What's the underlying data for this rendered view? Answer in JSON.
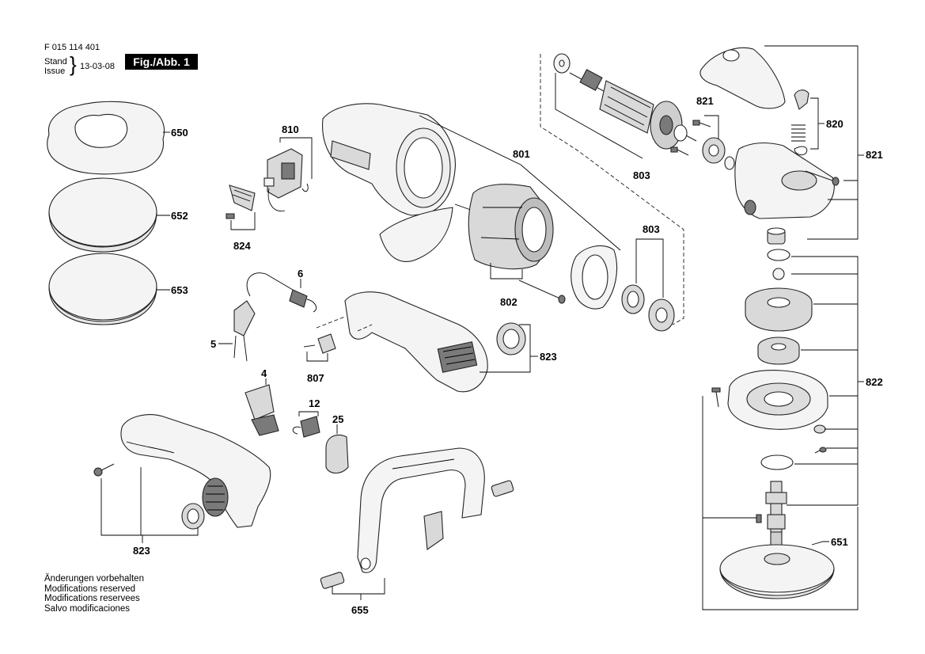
{
  "header": {
    "doc_number": "F 015 114 401",
    "stand_label": "Stand",
    "issue_label": "Issue",
    "date": "13-03-08",
    "figure_label": "Fig./Abb. 1"
  },
  "notes": [
    "Änderungen vorbehalten",
    "Modifications reserved",
    "Modifications reservees",
    "Salvo modificaciones"
  ],
  "part_labels": {
    "p650": "650",
    "p652": "652",
    "p653": "653",
    "p810": "810",
    "p824": "824",
    "p6": "6",
    "p5": "5",
    "p807": "807",
    "p4": "4",
    "p12": "12",
    "p25": "25",
    "p823a": "823",
    "p823b": "823",
    "p655": "655",
    "p801": "801",
    "p802": "802",
    "p803a": "803",
    "p803b": "803",
    "p821a": "821",
    "p821b": "821",
    "p820": "820",
    "p822": "822",
    "p651": "651"
  }
}
